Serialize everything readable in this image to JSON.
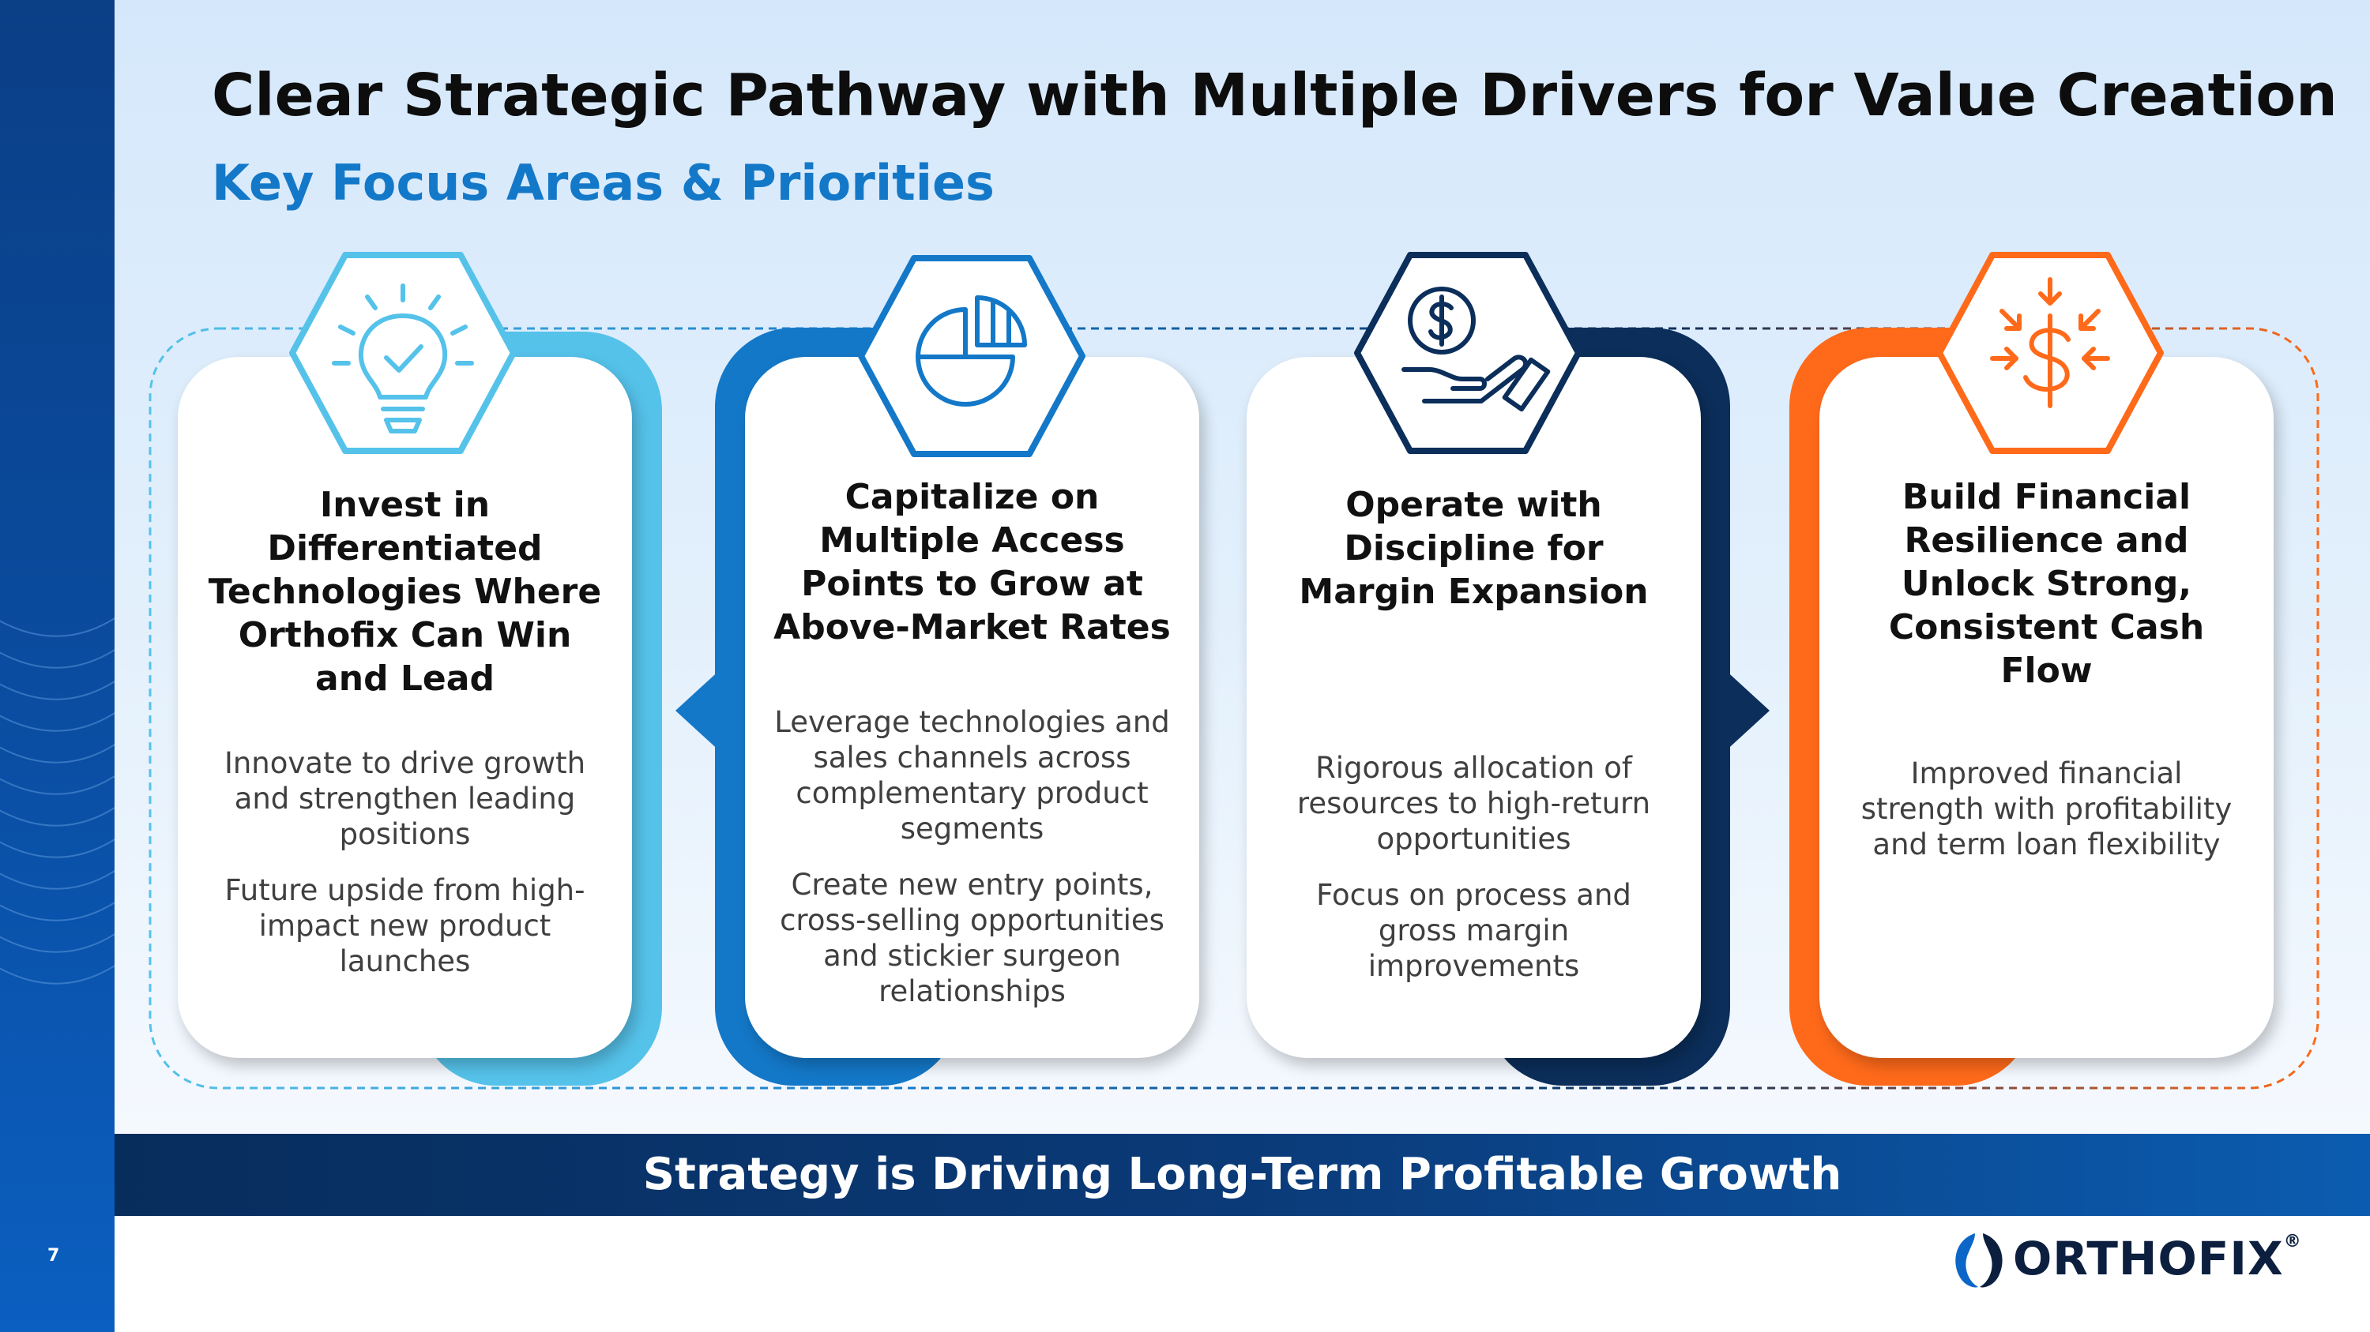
{
  "page": {
    "title": "Clear Strategic Pathway with Multiple Drivers for Value Creation",
    "subtitle": "Key Focus Areas & Priorities",
    "page_number": "7",
    "banner": "Strategy is Driving Long-Term Profitable Growth",
    "logo_text": "ORTHOFIX",
    "logo_mark": "®"
  },
  "colors": {
    "light_blue": "#55c2ea",
    "mid_blue": "#1478c8",
    "navy": "#0b2e5a",
    "orange": "#ff6a1a"
  },
  "cards": [
    {
      "icon": "lightbulb-check-icon",
      "title": "Invest in Differentiated Technologies Where Orthofix Can Win and Lead",
      "bullets": [
        "Innovate to drive growth and strengthen leading positions",
        "Future upside from high-impact new product launches"
      ]
    },
    {
      "icon": "pie-chart-icon",
      "title": "Capitalize on Multiple Access Points to Grow at Above-Market Rates",
      "bullets": [
        "Leverage technologies and sales channels across complementary product segments",
        "Create new entry points, cross-selling opportunities and stickier surgeon relationships"
      ]
    },
    {
      "icon": "hand-dollar-icon",
      "title": "Operate with Discipline for Margin Expansion",
      "bullets": [
        "Rigorous allocation of resources to high-return opportunities",
        "Focus on process and gross margin improvements"
      ]
    },
    {
      "icon": "dollar-arrows-in-icon",
      "title": "Build Financial Resilience and Unlock Strong, Consistent Cash Flow",
      "bullets": [
        "Improved financial strength with profitability and term loan flexibility"
      ]
    }
  ]
}
